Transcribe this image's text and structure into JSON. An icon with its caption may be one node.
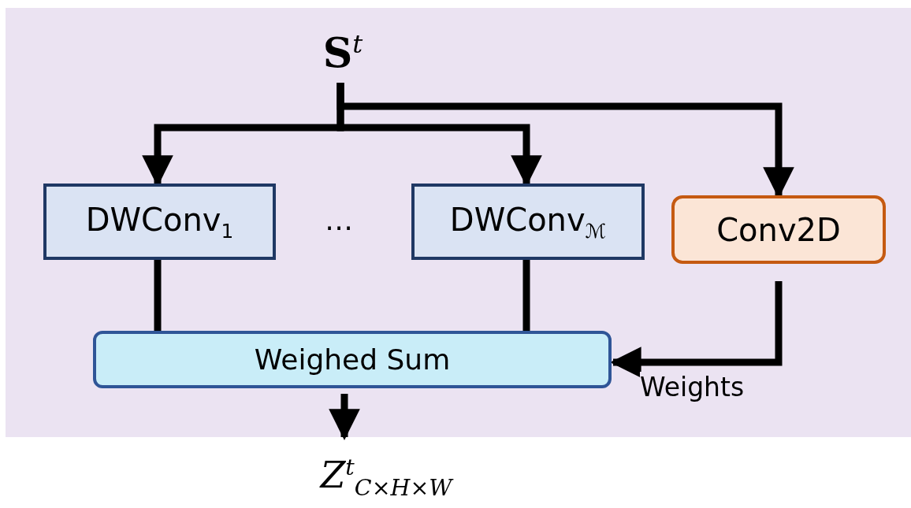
{
  "diagram": {
    "nodes": [
      {
        "text": [
          "**S**$^{t}$"
        ]
      },
      {
        "text": [
          "DWConv$_{1}$"
        ]
      },
      {
        "text": [
          "DWConv$_{ℳ}$"
        ]
      },
      {
        "text": [
          "Conv2D"
        ]
      },
      {
        "text": [
          "Weighed Sum"
        ]
      },
      {
        "text": [
          "Z$^{t}$$_{C×H×W}$"
        ]
      }
    ],
    "edges": [
      {
        "from": 0,
        "to": 1,
        "arrow": "to"
      },
      {
        "from": 0,
        "to": 2,
        "arrow": "to"
      },
      {
        "from": 0,
        "to": 3,
        "arrow": "to"
      },
      {
        "from": 1,
        "to": 4,
        "arrow": "none"
      },
      {
        "from": 2,
        "to": 4,
        "arrow": "none"
      },
      {
        "from": 3,
        "to": 4,
        "arrow": "to",
        "label": "Weights"
      },
      {
        "from": 4,
        "to": 5,
        "arrow": "to"
      }
    ],
    "labels": [
      "⋯"
    ]
  }
}
